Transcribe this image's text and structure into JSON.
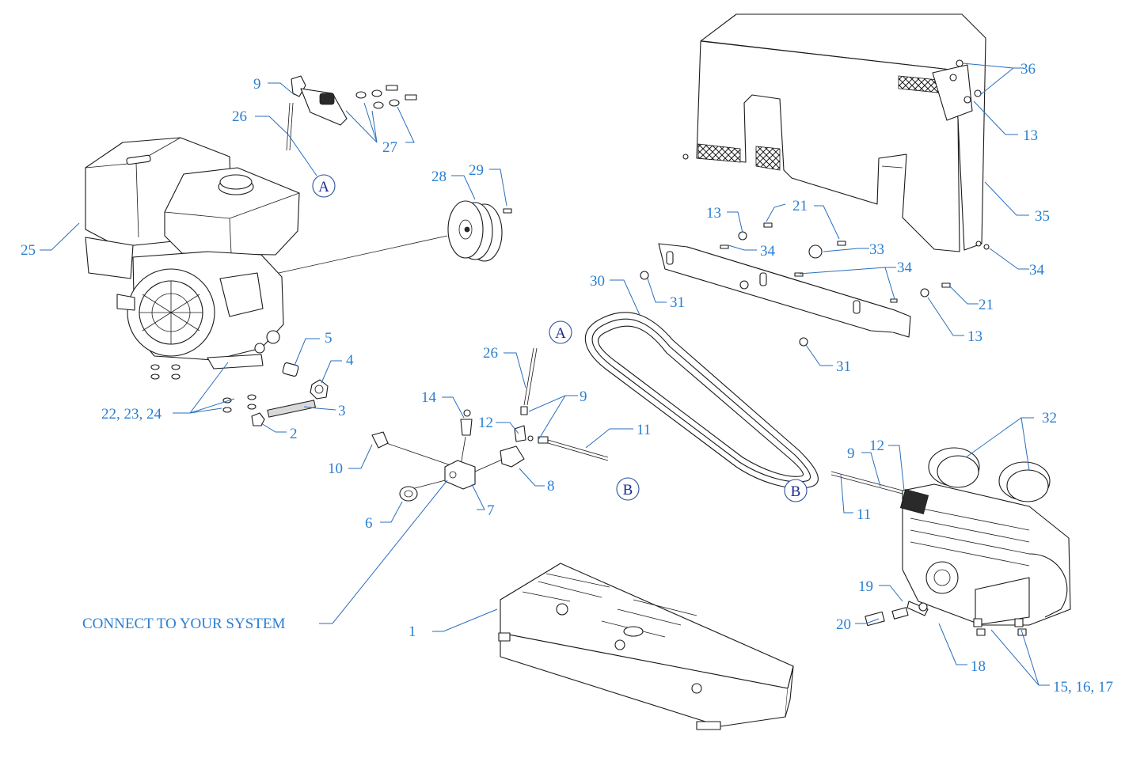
{
  "diagram": {
    "callouts": {
      "c1": "1",
      "c2": "2",
      "c3": "3",
      "c4": "4",
      "c5": "5",
      "c6": "6",
      "c7": "7",
      "c8": "8",
      "c9a": "9",
      "c9b": "9",
      "c9c": "9",
      "c10": "10",
      "c11a": "11",
      "c11b": "11",
      "c12a": "12",
      "c12b": "12",
      "c13a": "13",
      "c13b": "13",
      "c13c": "13",
      "c14": "14",
      "c151617": "15, 16, 17",
      "c18": "18",
      "c19": "19",
      "c20": "20",
      "c21a": "21",
      "c21b": "21",
      "c222324": "22, 23, 24",
      "c25": "25",
      "c26a": "26",
      "c26b": "26",
      "c27": "27",
      "c28": "28",
      "c29": "29",
      "c30": "30",
      "c31a": "31",
      "c31b": "31",
      "c32": "32",
      "c33": "33",
      "c34a": "34",
      "c34b": "34",
      "c34c": "34",
      "c35": "35",
      "c36": "36"
    },
    "connectors": {
      "a1": "A",
      "a2": "A",
      "b1": "B",
      "b2": "B"
    },
    "connect_label": "CONNECT TO YOUR SYSTEM"
  }
}
